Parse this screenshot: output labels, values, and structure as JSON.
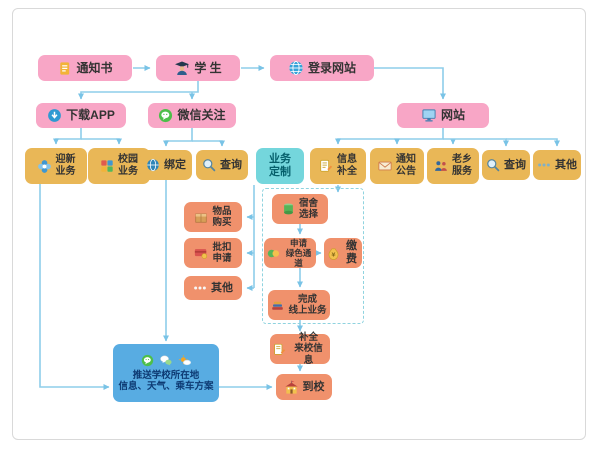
{
  "colors": {
    "pink": "#f8a6c6",
    "gold": "#e9b757",
    "orange": "#f0916c",
    "teal": "#74d6dc",
    "blue": "#58ace2",
    "arrow": "#8ecdea"
  },
  "nodes": {
    "notice": {
      "label": "通知书",
      "icon": "document-icon"
    },
    "student": {
      "label": "学 生",
      "icon": "student-icon"
    },
    "login": {
      "label": "登录网站",
      "icon": "globe-icon"
    },
    "app": {
      "label": "下载APP",
      "icon": "app-download-icon"
    },
    "wechat": {
      "label": "微信关注",
      "icon": "wechat-icon"
    },
    "website": {
      "label": "网站",
      "icon": "monitor-icon"
    },
    "welcome_biz": {
      "label": "迎新\n业务",
      "icon": "flower-icon"
    },
    "campus_biz": {
      "label": "校园\n业务",
      "icon": "app-grid-icon"
    },
    "bind": {
      "label": "绑定",
      "icon": "globe-icon"
    },
    "query_wechat": {
      "label": "查询",
      "icon": "magnifier-icon"
    },
    "biz_custom": {
      "label": "业务\n定制"
    },
    "info_complete": {
      "label": "信息\n补全",
      "icon": "form-pencil-icon"
    },
    "notice_announce": {
      "label": "通知\n公告",
      "icon": "envelope-icon"
    },
    "fellow_service": {
      "label": "老乡\n服务",
      "icon": "people-icon"
    },
    "query_web": {
      "label": "查询",
      "icon": "magnifier-icon"
    },
    "other_web": {
      "label": "其他",
      "icon": "ellipsis-icon"
    },
    "item_purchase": {
      "label": "物品\n购买",
      "icon": "box-icon"
    },
    "batch_deduct": {
      "label": "批扣\n申请",
      "icon": "card-coin-icon"
    },
    "other_biz": {
      "label": "其他",
      "icon": "ellipsis-icon"
    },
    "dorm_select": {
      "label": "宿舍\n选择",
      "icon": "dorm-icon"
    },
    "green_channel": {
      "label": "申请\n绿色通道",
      "icon": "green-channel-icon"
    },
    "pay": {
      "label": "缴费",
      "icon": "money-bag-icon"
    },
    "finish_online": {
      "label": "完成\n线上业务",
      "icon": "books-icon"
    },
    "complete_info": {
      "label": "补全\n来校信息",
      "icon": "form-pencil-icon"
    },
    "arrive": {
      "label": "到校",
      "icon": "school-icon"
    },
    "push_info": {
      "label": "推送学校所在地\n信息、天气、乘车方案",
      "icons": [
        "wechat-icon",
        "message-bubbles-icon",
        "weather-icon"
      ]
    }
  }
}
